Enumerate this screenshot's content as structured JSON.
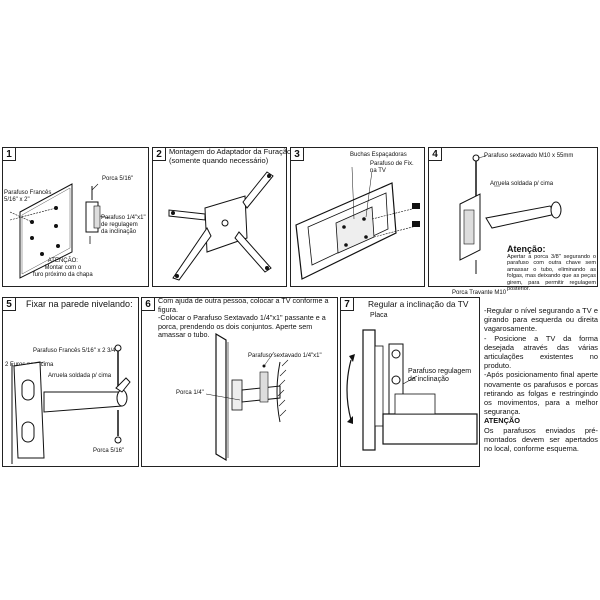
{
  "panels": {
    "p1": {
      "number": "1",
      "label_screw": "Parafuso Francês\n5/16\" x 2\"",
      "label_nut": "Porca 5/16\"",
      "label_adjust": "Parafuso 1/4\"x1\"\nde regulagem\nda inclinação",
      "label_attention": "ATENÇÃO:\nMontar com o\nfuro próximo da chapa"
    },
    "p2": {
      "number": "2",
      "title": "Montagem do Adaptador da Furação\n(somente quando necessário)"
    },
    "p3": {
      "number": "3",
      "label_spacers": "Buchas Espaçadoras",
      "label_fix": "Parafuso de Fix.\nna TV"
    },
    "p4": {
      "number": "4",
      "label_hex": "Parafuso sextavado M10 x 55mm",
      "label_washer": "Arruela soldada p/ cima",
      "attention_title": "Atenção:",
      "attention_text": "Apertar a porca 3/8\" segurando o parafuso com outra chave sem amassar o tubo, eliminando as folgas, mas deixando que as peças girem, para permitir regulagem posterior.",
      "label_lock_nut": "Porca Travante M10"
    },
    "p5": {
      "number": "5",
      "title": "Fixar na parede nivelando:",
      "label_screw": "Parafuso Francês 5/16\" x 2 3/4\"",
      "label_holes": "2 Furos para cima",
      "label_washer": "Arruela soldada p/ cima",
      "label_nut": "Porca 5/16\""
    },
    "p6": {
      "number": "6",
      "text": "Com ajuda de outra pessoa, colocar a TV conforme a figura.\n-Colocar o Parafuso Sextavado 1/4\"x1\" passante e a porca, prendendo os dois conjuntos. Aperte sem amassar o tubo.",
      "label_hex": "Parafuso sextavado 1/4\"x1\"",
      "label_nut": "Porca 1/4\""
    },
    "p7": {
      "number": "7",
      "title": "Regular a inclinação da TV",
      "label_plate": "Placa",
      "label_adjust": "Parafuso regulagem\nda inclinação"
    }
  },
  "instructions": {
    "para1": "-Regular o nível segurando a TV e girando para esquerda ou direita vagarosamente.",
    "para2": "- Posicione a TV da forma desejada através das várias articulações existentes no produto.",
    "para3": "-Após posicionamento final aperte novamente os parafusos e porcas retirando as folgas e restringindo os movimentos, para a melhor segurança.",
    "attention_title": "ATENÇÃO",
    "attention_text": "Os parafusos enviados pré-montados devem ser apertados no local, conforme esquema."
  }
}
